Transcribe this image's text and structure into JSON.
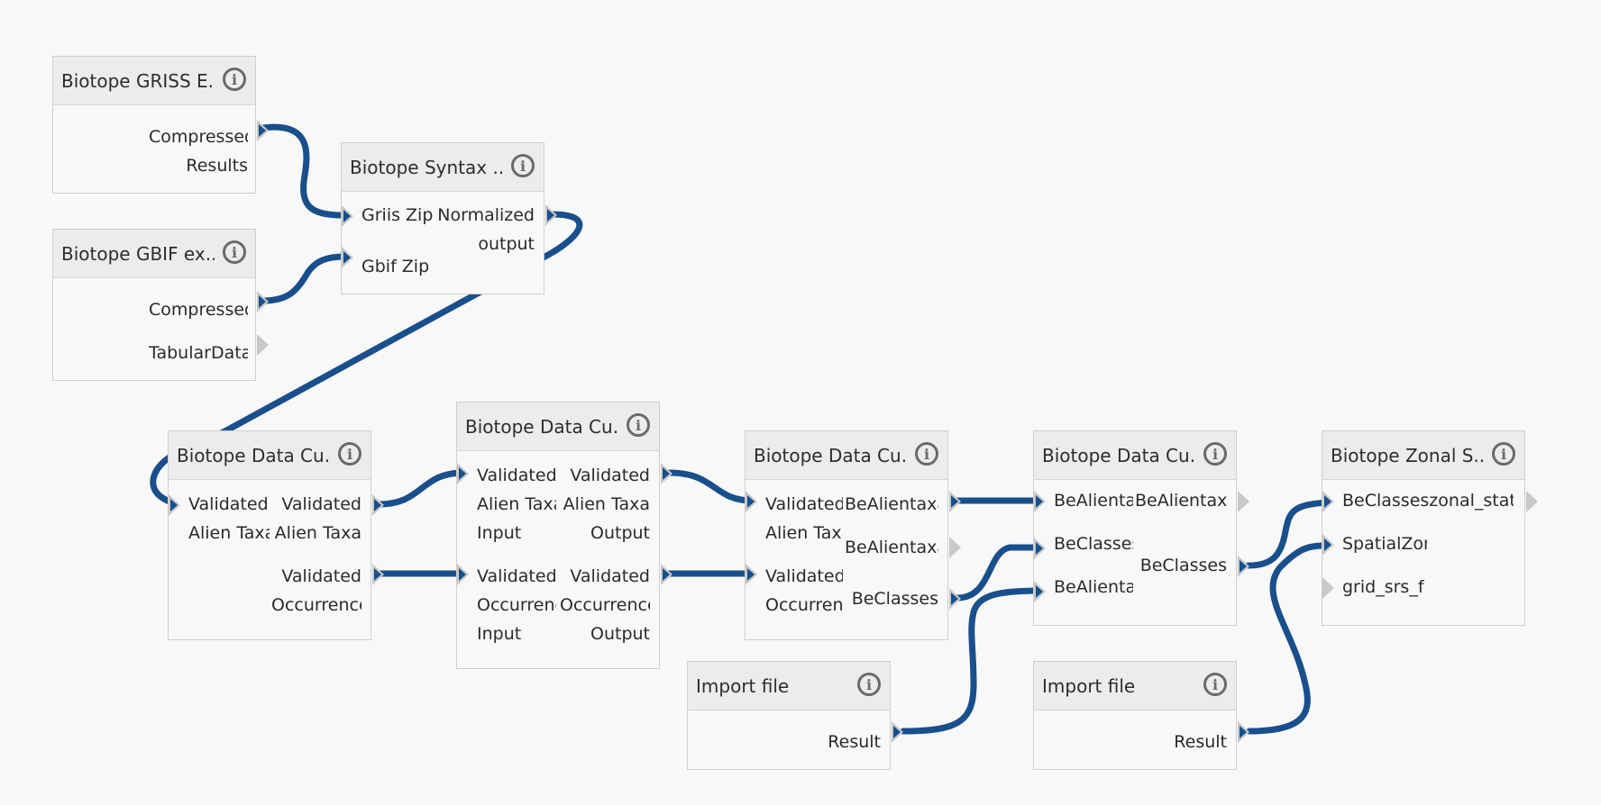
{
  "info_glyph": "i",
  "nodes": {
    "griss": {
      "title": "Biotope GRISS E...",
      "outputs": [
        "Compressed",
        "Results"
      ]
    },
    "gbif": {
      "title": "Biotope GBIF ex...",
      "outputs": [
        "Compressed",
        "TabularData"
      ]
    },
    "syntax": {
      "title": "Biotope Syntax ...",
      "inputs": [
        "Griis Zip",
        "Gbif Zip"
      ],
      "outputs": [
        "Normalized",
        "output"
      ]
    },
    "dc1": {
      "title": "Biotope Data Cu...",
      "inputs": [
        "Validated",
        "Alien Taxa"
      ],
      "outputs": [
        "Validated",
        "Alien Taxa",
        "Validated",
        "Occurrences"
      ]
    },
    "dc2": {
      "title": "Biotope Data Cu...",
      "inputs": [
        "Validated",
        "Alien Taxa",
        "Input",
        "Validated",
        "Occurrence",
        "Input"
      ],
      "outputs": [
        "Validated",
        "Alien Taxa",
        "Output",
        "Validated",
        "Occurrences",
        "Output"
      ]
    },
    "dc3": {
      "title": "Biotope Data Cu...",
      "inputs": [
        "Validated",
        "Alien Taxa",
        "Validated",
        "Occurrence"
      ],
      "outputs": [
        "BeAlientaxa",
        "BeAlientaxa",
        "BeClasses"
      ]
    },
    "dc4": {
      "title": "Biotope Data Cu...",
      "inputs": [
        "BeAlientaxa",
        "BeClasses",
        "BeAlientaxa"
      ],
      "outputs": [
        "BeAlientaxa",
        "BeClasses"
      ]
    },
    "zonal": {
      "title": "Biotope Zonal S...",
      "inputs": [
        "BeClasseszonal_statistics",
        "SpatialZones",
        "grid_srs_f"
      ]
    },
    "import1": {
      "title": "Import file",
      "outputs": [
        "Result"
      ]
    },
    "import2": {
      "title": "Import file",
      "outputs": [
        "Result"
      ]
    }
  },
  "colors": {
    "edge": "#184f8c",
    "port": "#c9c9c9",
    "header": "#ececec",
    "background": "#f8f8f8"
  }
}
